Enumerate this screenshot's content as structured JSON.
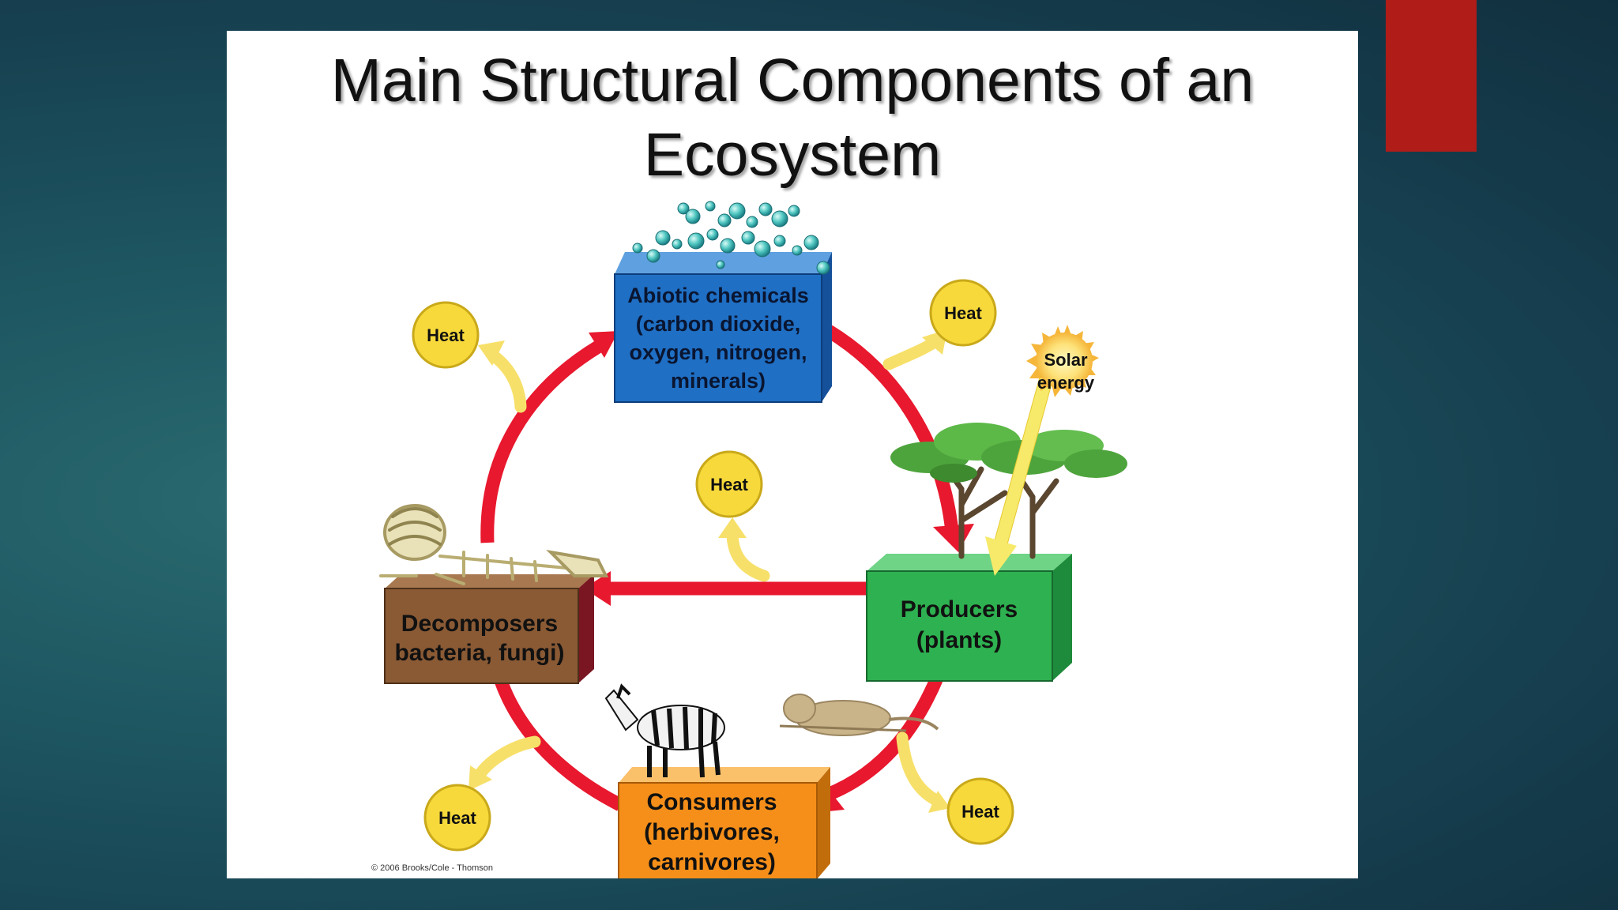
{
  "slide": {
    "title_line1": "Main Structural Components of an",
    "title_line2": "Ecosystem"
  },
  "diagram": {
    "abiotic": {
      "line1": "Abiotic chemicals",
      "line2": "(carbon dioxide,",
      "line3": "oxygen, nitrogen,",
      "line4": "minerals)"
    },
    "producers": {
      "line1": "Producers",
      "line2": "(plants)"
    },
    "consumers": {
      "line1": "Consumers",
      "line2": "(herbivores,",
      "line3": "carnivores)"
    },
    "decomposers": {
      "line1": "Decomposers",
      "line2": "bacteria, fungi)"
    },
    "solar": {
      "line1": "Solar",
      "line2": "energy"
    },
    "heat_label": "Heat",
    "copyright": "© 2006 Brooks/Cole - Thomson",
    "colors": {
      "cycle_arrow": "#e8182e",
      "heat_arrow": "#f7e06a",
      "heat_circle": "#f7d93b",
      "abiotic_box": "#1f6fc4",
      "producers_box": "#2eb150",
      "consumers_box": "#f58f1a",
      "decomposers_box": "#8a5a35",
      "slide_bg": "#ffffff",
      "accent_tab": "#b01c18"
    }
  }
}
